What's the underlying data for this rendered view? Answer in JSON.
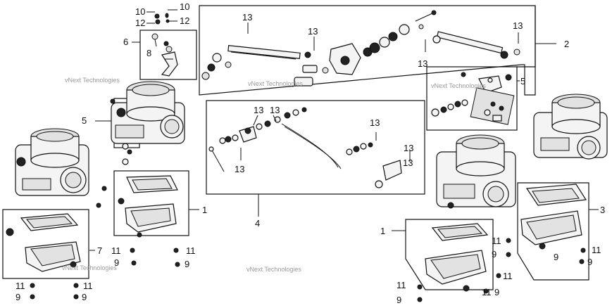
{
  "callouts": {
    "c10a": "10",
    "c10b": "10",
    "c12a": "12",
    "c12b": "12",
    "c6": "6",
    "c8": "8",
    "c5a": "5",
    "c5b": "5",
    "c2": "2",
    "c4": "4",
    "c3": "3",
    "c1a": "1",
    "c1b": "1",
    "c7": "7",
    "c13a": "13",
    "c13b": "13",
    "c13c": "13",
    "c13d": "13",
    "c13e": "13",
    "c13f": "13",
    "c13g": "13",
    "c13h": "13",
    "c13i": "13",
    "c13j": "13",
    "c11a": "11",
    "c11b": "11",
    "c11c": "11",
    "c11d": "11",
    "c11e": "11",
    "c11f": "11",
    "c11g": "11",
    "c11h": "11",
    "c11i": "11",
    "c9a": "9",
    "c9b": "9",
    "c9c": "9",
    "c9d": "9",
    "c9e": "9",
    "c9f": "9",
    "c9g": "9",
    "c9h": "9",
    "c9i": "9"
  },
  "watermark": "vNext Technologies"
}
